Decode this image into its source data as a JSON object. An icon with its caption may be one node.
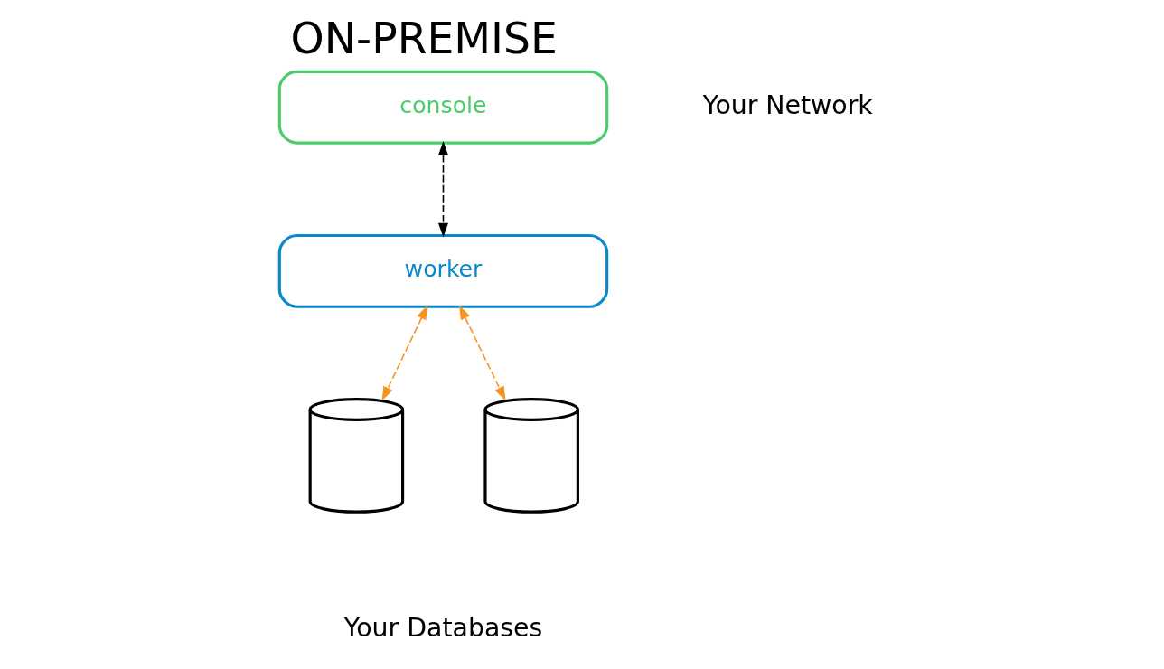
{
  "diagram": {
    "title": "ON-PREMISE",
    "nodes": [
      {
        "text": [
          "worker"
        ]
      },
      {
        "text": [
          "console"
        ]
      },
      {
        "text": [],
        "shape": "cylinder"
      },
      {
        "text": [],
        "shape": "cylinder"
      }
    ],
    "edges": [
      {
        "from": 1,
        "to": 0,
        "arrow": "both",
        "style": "dashed",
        "color": "#000000"
      },
      {
        "from": 0,
        "to": 2,
        "arrow": "both",
        "style": "dashed",
        "color": "#f7941d"
      },
      {
        "from": 0,
        "to": 3,
        "arrow": "both",
        "style": "dashed",
        "color": "#f7941d"
      }
    ],
    "labels": [
      "Your Network",
      "Your Databases"
    ]
  }
}
